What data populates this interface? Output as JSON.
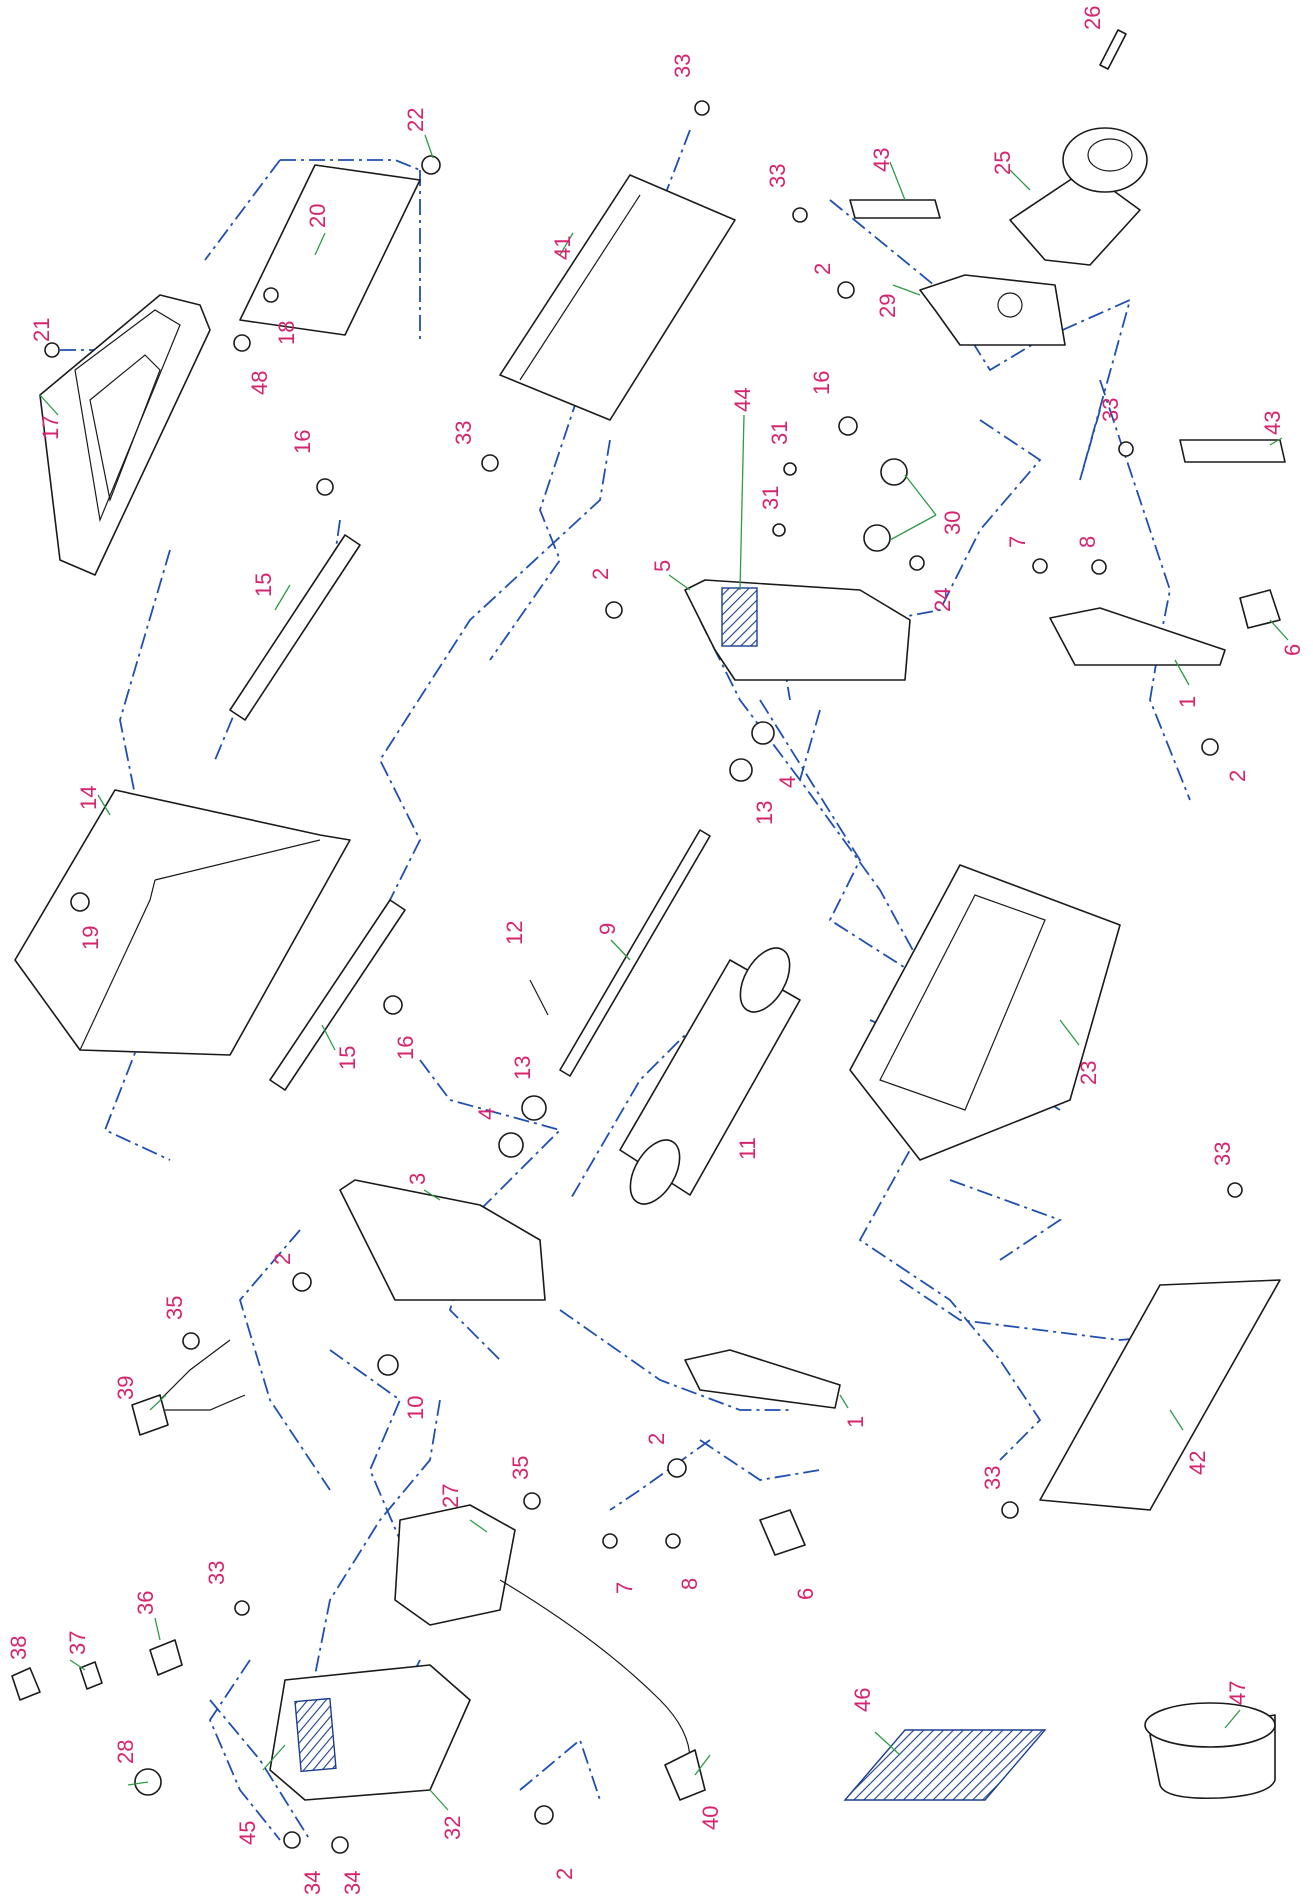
{
  "colors": {
    "callout_text": "#d6246e",
    "leader_line": "#2e9b45",
    "assembly_line": "#1f4fb0",
    "part_outline": "#1a1a1a",
    "hatch": "#1c3f8f"
  },
  "callouts": {
    "c1a": "1",
    "c1b": "1",
    "c2a": "2",
    "c2b": "2",
    "c2c": "2",
    "c2d": "2",
    "c2e": "2",
    "c2f": "2",
    "c3": "3",
    "c4a": "4",
    "c4b": "4",
    "c5": "5",
    "c6a": "6",
    "c6b": "6",
    "c7a": "7",
    "c7b": "7",
    "c8a": "8",
    "c8b": "8",
    "c9": "9",
    "c10": "10",
    "c11": "11",
    "c12": "12",
    "c13a": "13",
    "c13b": "13",
    "c14": "14",
    "c15a": "15",
    "c15b": "15",
    "c16a": "16",
    "c16b": "16",
    "c16c": "16",
    "c17": "17",
    "c18": "18",
    "c19": "19",
    "c20": "20",
    "c21": "21",
    "c22": "22",
    "c23": "23",
    "c24": "24",
    "c25": "25",
    "c26": "26",
    "c27": "27",
    "c28": "28",
    "c29": "29",
    "c30": "30",
    "c31a": "31",
    "c31b": "31",
    "c32": "32",
    "c33a": "33",
    "c33b": "33",
    "c33c": "33",
    "c33d": "33",
    "c33e": "33",
    "c33f": "33",
    "c33g": "33",
    "c34a": "34",
    "c34b": "34",
    "c35a": "35",
    "c35b": "35",
    "c36": "36",
    "c37": "37",
    "c38": "38",
    "c39": "39",
    "c40": "40",
    "c41": "41",
    "c42": "42",
    "c43a": "43",
    "c43b": "43",
    "c44": "44",
    "c45": "45",
    "c46": "46",
    "c47": "47",
    "c48": "48"
  }
}
